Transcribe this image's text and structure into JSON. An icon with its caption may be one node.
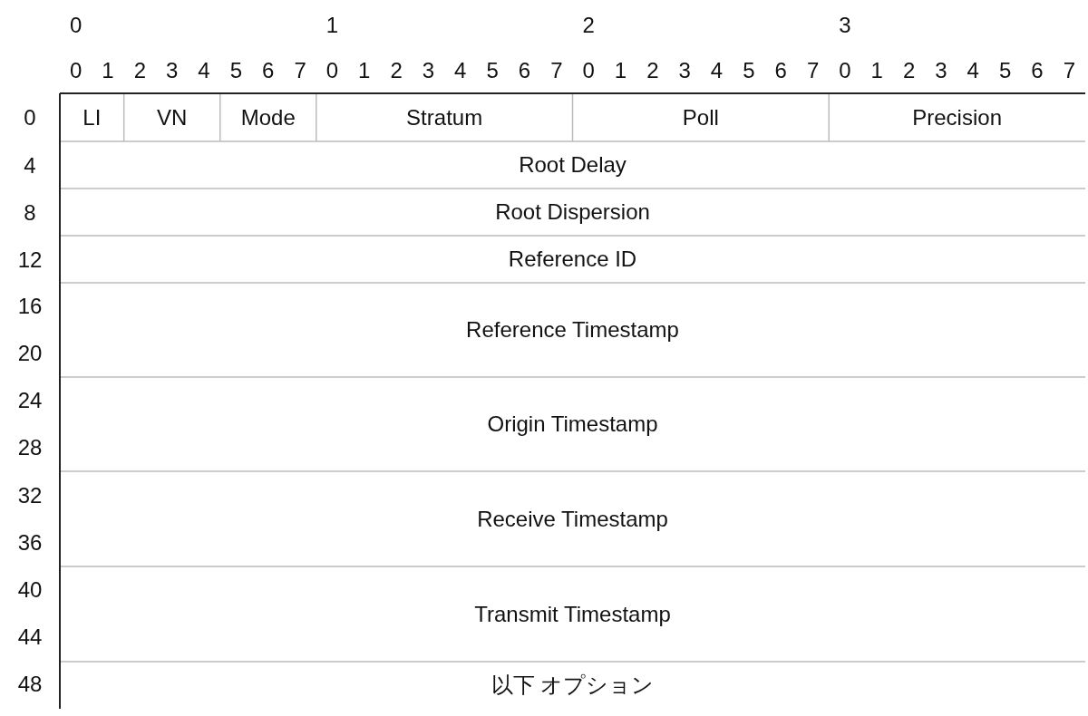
{
  "diagram": {
    "nodes": [
      {
        "text": [
          "LI"
        ]
      },
      {
        "text": [
          "VN"
        ]
      },
      {
        "text": [
          "Mode"
        ]
      },
      {
        "text": [
          "Stratum"
        ]
      },
      {
        "text": [
          "Poll"
        ]
      },
      {
        "text": [
          "Precision"
        ]
      },
      {
        "text": [
          "Root Delay"
        ]
      },
      {
        "text": [
          "Root Dispersion"
        ]
      },
      {
        "text": [
          "Reference ID"
        ]
      },
      {
        "text": [
          "Reference Timestamp"
        ]
      },
      {
        "text": [
          "Origin Timestamp"
        ]
      },
      {
        "text": [
          "Receive Timestamp"
        ]
      },
      {
        "text": [
          "Transmit Timestamp"
        ]
      },
      {
        "text": [
          "以下 オプション"
        ]
      }
    ],
    "edges": [],
    "labels": [
      "0",
      "1",
      "2",
      "3",
      "0",
      "1",
      "2",
      "3",
      "4",
      "5",
      "6",
      "7",
      "0",
      "1",
      "2",
      "3",
      "4",
      "5",
      "6",
      "7",
      "0",
      "1",
      "2",
      "3",
      "4",
      "5",
      "6",
      "7",
      "0",
      "1",
      "2",
      "3",
      "4",
      "5",
      "6",
      "7",
      "0",
      "4",
      "8",
      "12",
      "16",
      "20",
      "24",
      "28",
      "32",
      "36",
      "40",
      "44",
      "48"
    ]
  }
}
